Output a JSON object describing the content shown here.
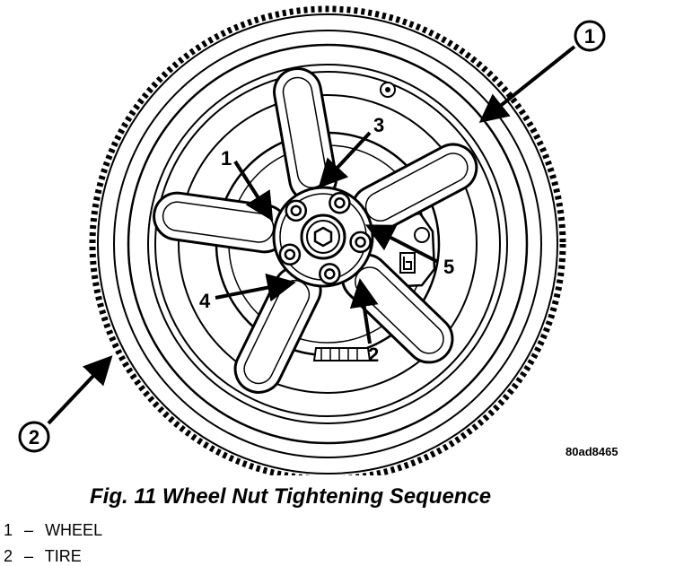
{
  "diagram": {
    "code": "80ad8465",
    "callouts": {
      "wheel": "1",
      "tire": "2"
    },
    "sequence_numbers": [
      "1",
      "2",
      "3",
      "4",
      "5"
    ]
  },
  "caption": "Fig. 11 Wheel Nut Tightening Sequence",
  "legend": [
    {
      "num": "1",
      "sep": "–",
      "label": "WHEEL"
    },
    {
      "num": "2",
      "sep": "–",
      "label": "TIRE"
    }
  ]
}
